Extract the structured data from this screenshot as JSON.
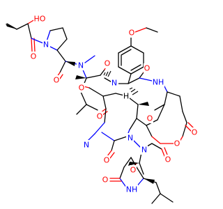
{
  "structure": {
    "colors": {
      "oxygen": "#ff0000",
      "nitrogen": "#0000ff",
      "carbon": "#000000",
      "hydrogen": "#000000"
    },
    "labels": [
      {
        "id": "ho",
        "text": "HO"
      },
      {
        "id": "o-lactate",
        "text": "O"
      },
      {
        "id": "n-pro",
        "text": "N"
      },
      {
        "id": "o-pro",
        "text": "O"
      },
      {
        "id": "n-leu",
        "text": "N"
      },
      {
        "id": "o-leu",
        "text": "O"
      },
      {
        "id": "o-methoxy",
        "text": "O"
      },
      {
        "id": "n-tyr",
        "text": "N"
      },
      {
        "id": "o-tyr-carbonyl",
        "text": "O"
      },
      {
        "id": "o-ring-ester",
        "text": "O"
      },
      {
        "id": "nh-upper",
        "text": "NH"
      },
      {
        "id": "o-upper-right",
        "text": "O"
      },
      {
        "id": "h-stereo-1",
        "text": "H"
      },
      {
        "id": "n-mid-left",
        "text": "N"
      },
      {
        "id": "o-mid-left",
        "text": "O"
      },
      {
        "id": "n-center",
        "text": "N"
      },
      {
        "id": "o-center",
        "text": "O"
      },
      {
        "id": "o-center-2",
        "text": "O"
      },
      {
        "id": "o-lactone",
        "text": "O"
      },
      {
        "id": "o-lactone-carbonyl",
        "text": "O"
      },
      {
        "id": "o-lower-mid",
        "text": "O"
      },
      {
        "id": "o-lower-left",
        "text": "O"
      },
      {
        "id": "nh-lower",
        "text": "NH"
      },
      {
        "id": "n-lower",
        "text": "N"
      }
    ]
  }
}
